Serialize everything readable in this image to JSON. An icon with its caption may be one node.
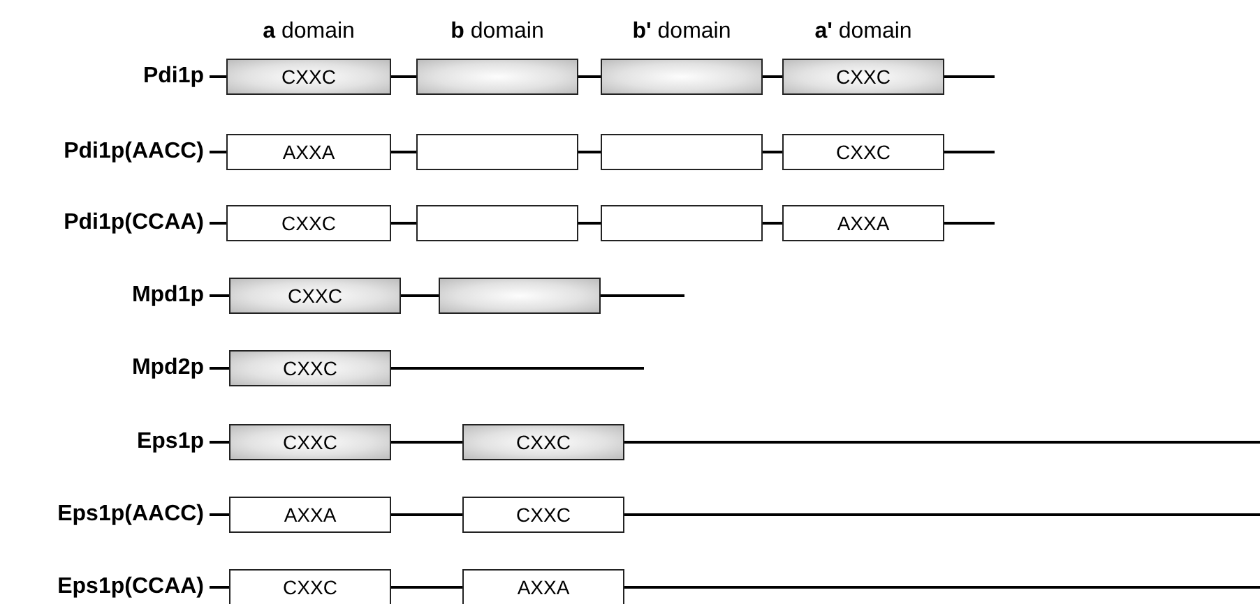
{
  "diagram": {
    "nodes": [
      {
        "text": [
          "Pdi1p"
        ]
      },
      {
        "text": [
          "CXXC"
        ]
      },
      {
        "text": [],
        "shape": "box"
      },
      {
        "text": [],
        "shape": "box"
      },
      {
        "text": [
          "CXXC"
        ]
      },
      {
        "text": [
          "Pdi1p(AACC)"
        ]
      },
      {
        "text": [
          "AXXA"
        ]
      },
      {
        "text": [],
        "shape": "box"
      },
      {
        "text": [],
        "shape": "box"
      },
      {
        "text": [
          "CXXC"
        ]
      },
      {
        "text": [
          "Pdi1p(CCAA)"
        ]
      },
      {
        "text": [
          "CXXC"
        ]
      },
      {
        "text": [],
        "shape": "box"
      },
      {
        "text": [],
        "shape": "box"
      },
      {
        "text": [
          "AXXA"
        ]
      },
      {
        "text": [
          "Mpd1p"
        ]
      },
      {
        "text": [
          "CXXC"
        ]
      },
      {
        "text": [],
        "shape": "box"
      },
      {
        "text": [
          "Mpd2p"
        ]
      },
      {
        "text": [
          "CXXC"
        ]
      },
      {
        "text": [
          "Eps1p"
        ]
      },
      {
        "text": [
          "CXXC"
        ]
      },
      {
        "text": [
          "CXXC"
        ]
      },
      {
        "text": [
          "Eps1p(AACC)"
        ]
      },
      {
        "text": [
          "AXXA"
        ]
      },
      {
        "text": [
          "CXXC"
        ]
      },
      {
        "text": [
          "Eps1p(CCAA)"
        ]
      },
      {
        "text": [
          "CXXC"
        ]
      },
      {
        "text": [
          "AXXA"
        ]
      }
    ],
    "edges": [
      {
        "from": 0,
        "to": 1,
        "arrow": "none"
      },
      {
        "from": 1,
        "to": 2,
        "arrow": "none"
      },
      {
        "from": 2,
        "to": 3,
        "arrow": "none"
      },
      {
        "from": 3,
        "to": 4,
        "arrow": "none"
      },
      {
        "from": 4,
        "to": null,
        "arrow": "none"
      },
      {
        "from": 5,
        "to": 6,
        "arrow": "none"
      },
      {
        "from": 6,
        "to": 7,
        "arrow": "none"
      },
      {
        "from": 7,
        "to": 8,
        "arrow": "none"
      },
      {
        "from": 8,
        "to": 9,
        "arrow": "none"
      },
      {
        "from": 9,
        "to": null,
        "arrow": "none"
      },
      {
        "from": 10,
        "to": 11,
        "arrow": "none"
      },
      {
        "from": 11,
        "to": 12,
        "arrow": "none"
      },
      {
        "from": 12,
        "to": 13,
        "arrow": "none"
      },
      {
        "from": 13,
        "to": 14,
        "arrow": "none"
      },
      {
        "from": 14,
        "to": null,
        "arrow": "none"
      },
      {
        "from": 15,
        "to": 16,
        "arrow": "none"
      },
      {
        "from": 16,
        "to": 17,
        "arrow": "none"
      },
      {
        "from": 17,
        "to": null,
        "arrow": "none"
      },
      {
        "from": 18,
        "to": 19,
        "arrow": "none"
      },
      {
        "from": 19,
        "to": null,
        "arrow": "none"
      },
      {
        "from": 20,
        "to": 21,
        "arrow": "none"
      },
      {
        "from": 21,
        "to": 22,
        "arrow": "none"
      },
      {
        "from": 22,
        "to": null,
        "arrow": "none"
      },
      {
        "from": 23,
        "to": 24,
        "arrow": "none"
      },
      {
        "from": 24,
        "to": 25,
        "arrow": "none"
      },
      {
        "from": 25,
        "to": null,
        "arrow": "none"
      },
      {
        "from": 26,
        "to": 27,
        "arrow": "none"
      },
      {
        "from": 27,
        "to": 28,
        "arrow": "none"
      },
      {
        "from": 28,
        "to": null,
        "arrow": "none"
      }
    ],
    "labels": [
      "**a** domain",
      "**b** domain",
      "**b'** domain",
      "**a'** domain"
    ]
  }
}
